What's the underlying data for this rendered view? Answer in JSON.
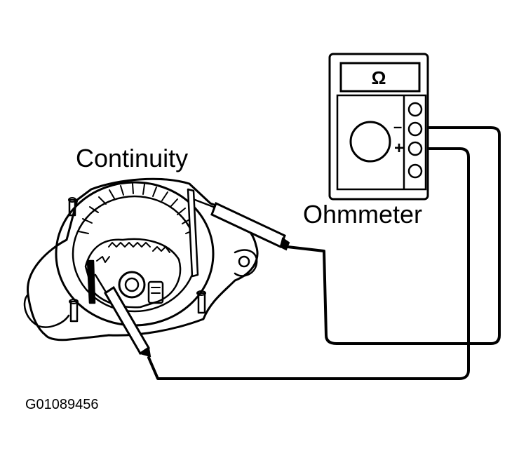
{
  "diagram": {
    "continuity_label": "Continuity",
    "ohmmeter_label": "Ohmmeter",
    "figure_id": "G01089456",
    "meter_display_symbol": "Ω",
    "terminal_minus": "–",
    "terminal_plus": "+"
  }
}
